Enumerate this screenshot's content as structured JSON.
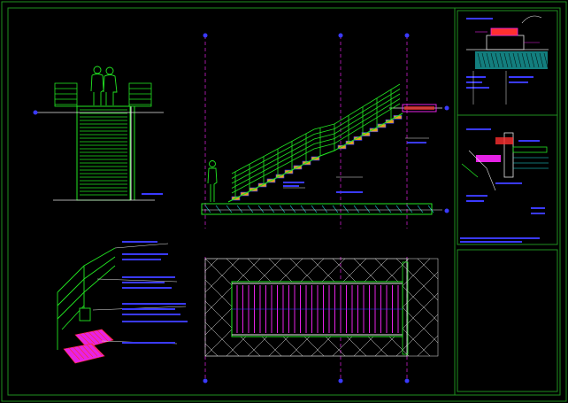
{
  "drawing": {
    "colors": {
      "background": "#000000",
      "frame": "#1f8f1f",
      "green": "#22e622",
      "white": "#e6e6e6",
      "cyan": "#22e6e6",
      "magenta": "#e622e6",
      "blue": "#3a3aff",
      "yellow": "#e6e622",
      "red": "#ff3030"
    },
    "panels": [
      "front-elevation",
      "side-elevation",
      "isometric-detail",
      "plan-view",
      "detail-top-right",
      "detail-middle-right",
      "title-block"
    ],
    "annotation_text": []
  }
}
